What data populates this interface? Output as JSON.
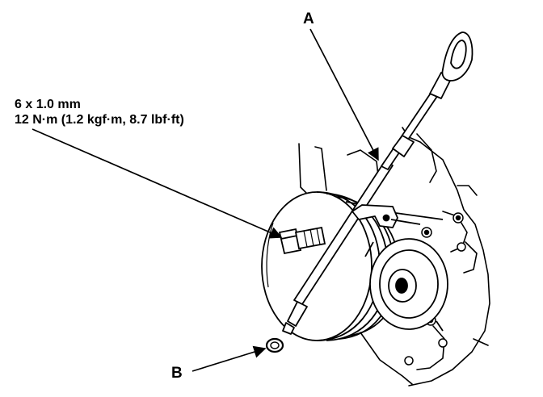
{
  "callouts": {
    "a": "A",
    "b": "B"
  },
  "bolt_spec": {
    "size": "6 x 1.0 mm",
    "torque": "12 N·m (1.2 kgf·m, 8.7 lbf·ft)"
  },
  "colors": {
    "ink": "#000000",
    "paper": "#ffffff"
  }
}
